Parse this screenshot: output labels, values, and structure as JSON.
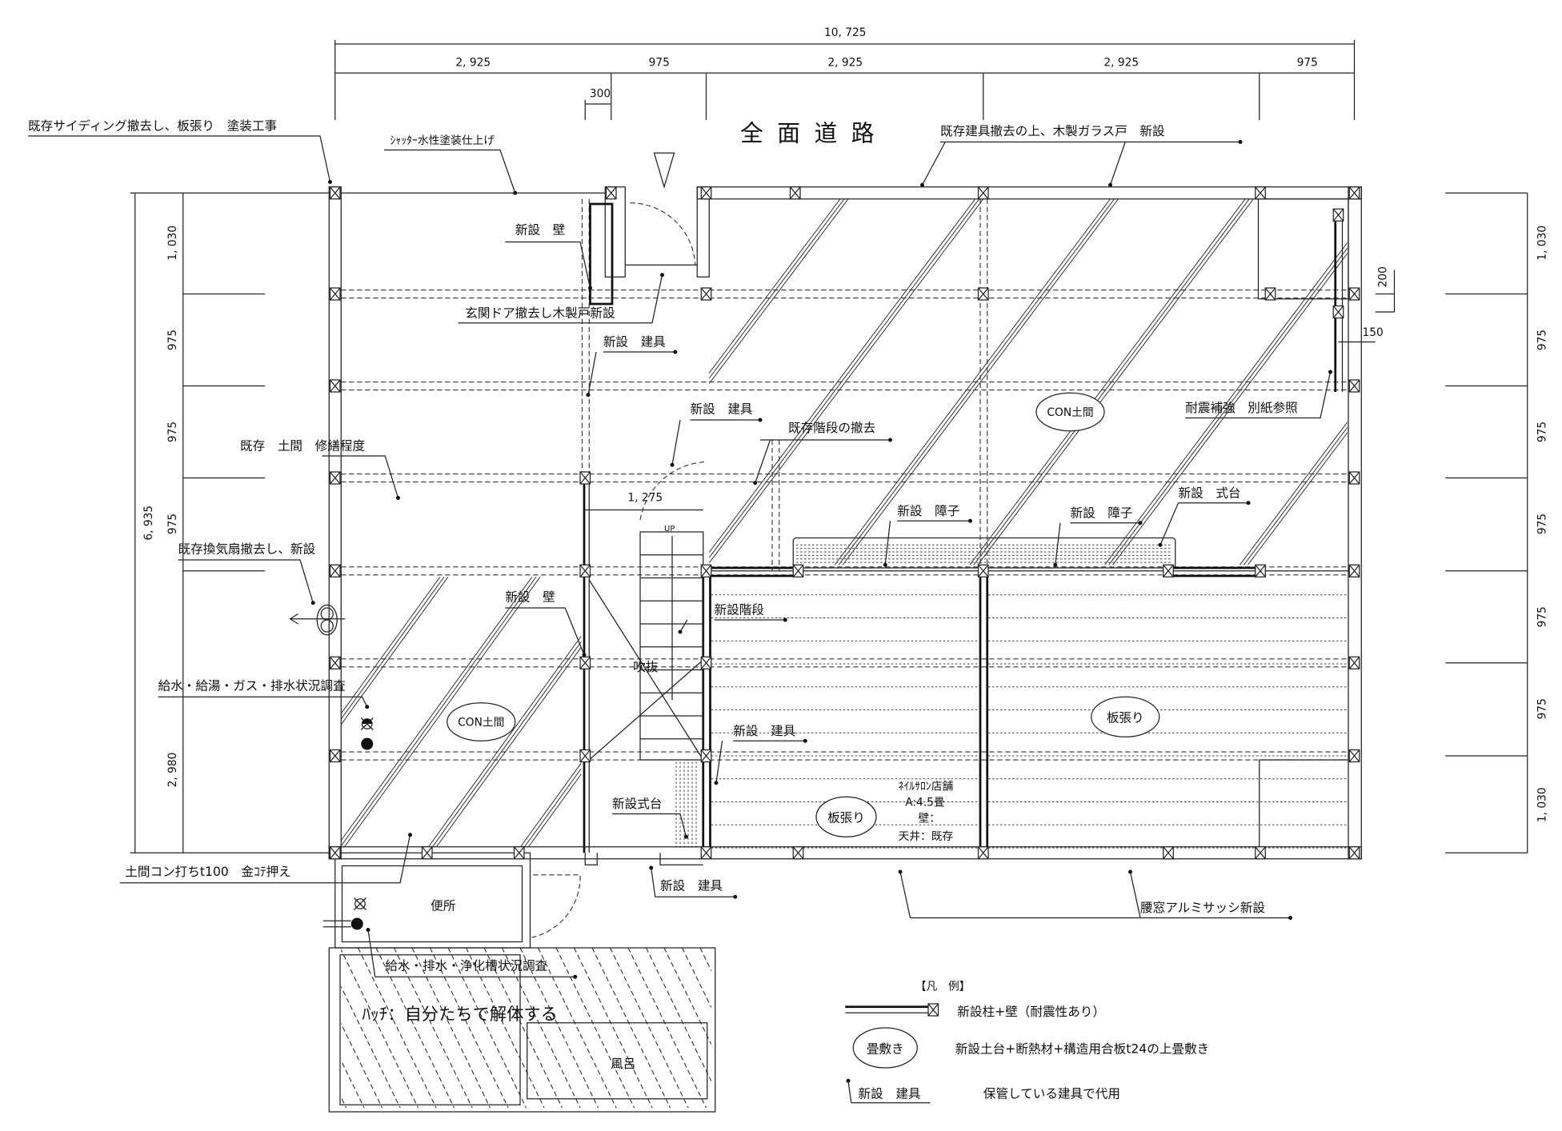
{
  "title": "全面道路",
  "dimensions": {
    "top_total": "10, 725",
    "top": [
      "2, 925",
      "975",
      "2, 925",
      "2, 925",
      "975"
    ],
    "top_sub": "300",
    "left_total": "6, 935",
    "left": [
      "1, 030",
      "975",
      "975",
      "975",
      "2, 980"
    ],
    "right": [
      "1, 030",
      "975",
      "975",
      "975",
      "975",
      "975",
      "1, 030"
    ],
    "right_sub": [
      "200",
      "150"
    ],
    "stair_width": "1, 275"
  },
  "annotations": {
    "siding": "既存サイディング撤去し、板張り　塗装工事",
    "shutter": "ｼｬｯﾀｰ水性塗装仕上げ",
    "glass_door": "既存建具撤去の上、木製ガラス戸　新設",
    "new_wall_1": "新設　壁",
    "entrance_door": "玄関ドア撤去し木製戸新設",
    "new_fitting_1": "新設　建具",
    "new_fitting_2": "新設　建具",
    "remove_stairs": "既存階段の撤去",
    "existing_doma": "既存　土間　修繕程度",
    "fan": "既存換気扇撤去し、新設",
    "new_wall_2": "新設　壁",
    "new_stairs": "新設階段",
    "void": "吹抜",
    "up": "UP",
    "water_survey_1": "給水・給湯・ガス・排水状況調査",
    "seismic": "耐震補強　別紙参照",
    "new_shikidai_1": "新設　式台",
    "shoji_1": "新設　障子",
    "shoji_2": "新設　障子",
    "new_fitting_3": "新設　建具",
    "new_shikidai_2": "新設式台",
    "concrete": "土間コン打ちt100　金ｺﾃ押え",
    "new_fitting_4": "新設　建具",
    "window": "腰窓アルミサッシ新設",
    "water_survey_2": "給水・排水・浄化槽状況調査",
    "hatch_note": "ﾊｯﾁ：自分たちで解体する"
  },
  "rooms": {
    "con_doma_left": "CON土間",
    "con_doma_right": "CON土間",
    "board_right": "板張り",
    "board_shop": "板張り",
    "shop_name": "ﾈｲﾙｻﾛﾝ店舗",
    "shop_area": "A:4.5畳",
    "shop_wall": "壁：",
    "shop_ceiling": "天井：既存",
    "toilet": "便所",
    "bath": "風呂"
  },
  "legend": {
    "title": "【凡　例】",
    "wall_desc": "新設柱+壁（耐震性あり）",
    "tatami_label": "畳敷き",
    "tatami_desc": "新設土台+断熱材+構造用合板t24の上畳敷き",
    "fitting_label": "新設　建具",
    "fitting_desc": "保管している建具で代用"
  }
}
